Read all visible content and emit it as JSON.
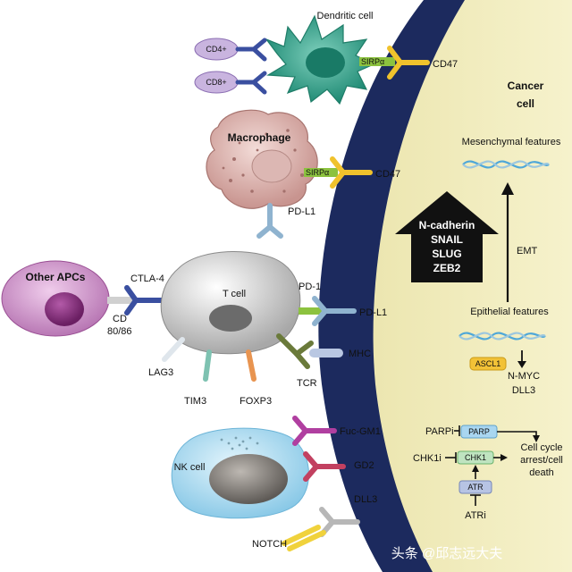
{
  "cancer_cell": {
    "title_line1": "Cancer",
    "title_line2": "cell"
  },
  "dendritic": {
    "title": "Dendritic cell",
    "cd4": "CD4+",
    "cd8": "CD8+",
    "sirpa": "SIRPα",
    "cd47": "CD47"
  },
  "macrophage": {
    "title": "Macrophage",
    "sirpa": "SIRPα",
    "cd47": "CD47",
    "pdl1": "PD-L1"
  },
  "apc": {
    "title": "Other APCs",
    "ctla4": "CTLA-4",
    "cd_line1": "CD",
    "cd_line2": "80/86"
  },
  "tcell": {
    "title": "T cell",
    "pd1": "PD-1",
    "pdl1": "PD-L1",
    "lag3": "LAG3",
    "tim3": "TIM3",
    "foxp3": "FOXP3",
    "tcr": "TCR",
    "mhc": "MHC"
  },
  "nk": {
    "title": "NK cell",
    "fucgm1": "Fuc-GM1",
    "gd2": "GD2",
    "dll3": "DLL3",
    "notch": "NOTCH"
  },
  "emt": {
    "mesenchymal": "Mesenchymal features",
    "arrow_lines": [
      "N-cadherin",
      "SNAIL",
      "SLUG",
      "ZEB2"
    ],
    "label": "EMT",
    "epithelial": "Epithelial features",
    "ascl1": "ASCL1",
    "nmyc": "N-MYC",
    "dll3": "DLL3"
  },
  "pathway": {
    "parpi": "PARPi",
    "parp": "PARP",
    "chk1i": "CHK1i",
    "chk1": "CHK1",
    "atr": "ATR",
    "atri": "ATRi",
    "outcome_line1": "Cell cycle",
    "outcome_line2": "arrest/cell",
    "outcome_line3": "death"
  },
  "watermark": "头条 @邱志远大夫",
  "colors": {
    "membrane": "#1c2a5e",
    "cytoplasm": "#f2eebe",
    "dendritic": "#2a9c86",
    "macrophage": "#d6aaa6",
    "apc": "#a64fa4",
    "tcell": "#c4c4c4",
    "nk": "#a9d9ef",
    "receptor_yellow": "#f0c22c",
    "receptor_blue": "#3a4fa0"
  }
}
